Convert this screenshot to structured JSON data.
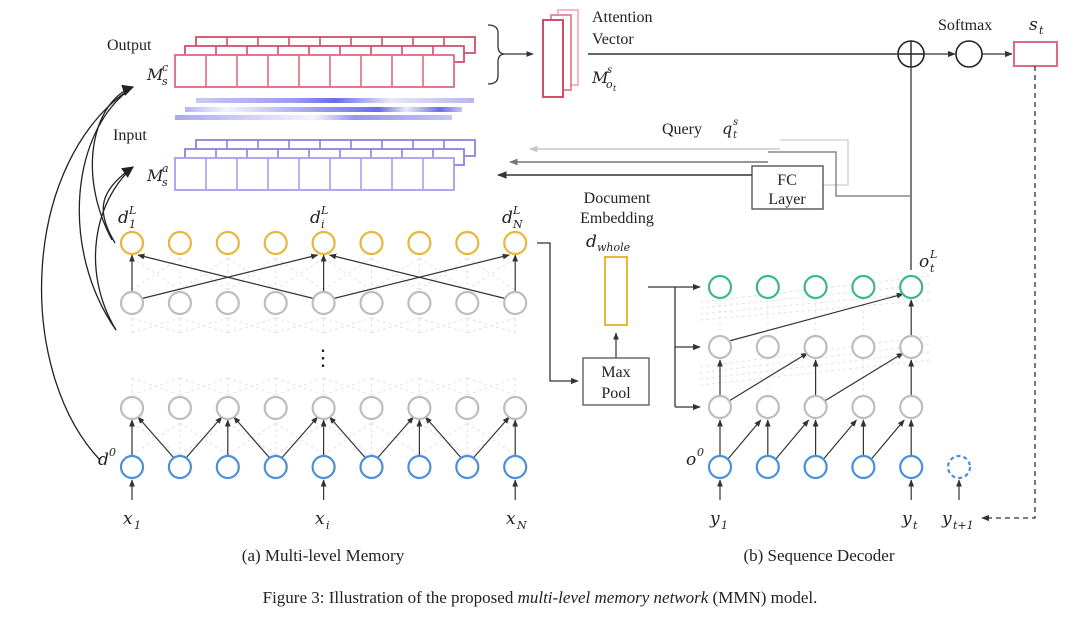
{
  "memory": {
    "output_label": "Output",
    "output_symbol": "M",
    "output_sup": "c",
    "output_sub": "s",
    "input_label": "Input",
    "input_symbol": "M",
    "input_sup": "a",
    "input_sub": "s",
    "cells_per_row": 9,
    "colors": {
      "output": "#e06a7f",
      "output_back": "#d14f68",
      "input": "#a89cf0",
      "input_back": "#8f7fe0",
      "attention_bar": "#6b6be8"
    }
  },
  "attention": {
    "title_line1": "Attention",
    "title_line2": "Vector",
    "symbol": "M",
    "sup": "s",
    "sub": "o",
    "subsub": "t",
    "color": "#d14f68"
  },
  "softmax": {
    "label": "Softmax"
  },
  "st": {
    "symbol": "s",
    "sub": "t",
    "color": "#e06a7f"
  },
  "query": {
    "label": "Query",
    "symbol": "q",
    "sup": "s",
    "sub": "t"
  },
  "fc": {
    "line1": "FC",
    "line2": "Layer"
  },
  "doc_embedding": {
    "line1": "Document",
    "line2": "Embedding",
    "symbol": "d",
    "sub": "whole",
    "color": "#e8b73a"
  },
  "maxpool": {
    "line1": "Max",
    "line2": "Pool"
  },
  "encoder": {
    "top_labels": [
      {
        "symbol": "d",
        "sup": "L",
        "sub": "1"
      },
      {
        "symbol": "d",
        "sup": "L",
        "sub": "i"
      },
      {
        "symbol": "d",
        "sup": "L",
        "sub": "N"
      }
    ],
    "d0": {
      "symbol": "d",
      "sup": "0"
    },
    "inputs": [
      {
        "symbol": "x",
        "sub": "1"
      },
      {
        "symbol": "x",
        "sub": "i"
      },
      {
        "symbol": "x",
        "sub": "N"
      }
    ],
    "ellipsis": "⋮",
    "node_count": 9,
    "colors": {
      "top": "#e8b73a",
      "hidden": "#bdbdbd",
      "bottom": "#4a8fdb"
    }
  },
  "decoder": {
    "ot": {
      "symbol": "o",
      "sup": "L",
      "sub": "t"
    },
    "o0": {
      "symbol": "o",
      "sup": "0"
    },
    "inputs": [
      {
        "symbol": "y",
        "sub": "1"
      },
      {
        "symbol": "y",
        "sub": "t"
      },
      {
        "symbol": "y",
        "sub": "t+1"
      }
    ],
    "node_count": 5,
    "colors": {
      "top": "#3fb58e",
      "hidden": "#bdbdbd",
      "bottom": "#4a8fdb"
    }
  },
  "captions": {
    "a": "(a) Multi-level Memory",
    "b": "(b)  Sequence Decoder",
    "figure_prefix": "Figure 3: Illustration of the proposed ",
    "figure_italic": "multi-level memory network",
    "figure_suffix": " (MMN) model."
  }
}
